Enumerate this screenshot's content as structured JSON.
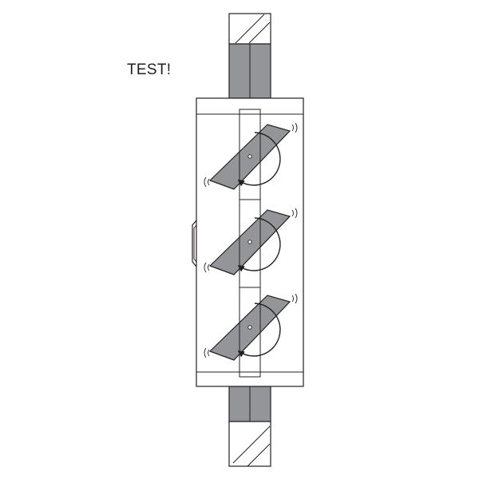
{
  "caption": "TEST!",
  "colors": {
    "stroke": "#231f20",
    "duct_fill": "#939598",
    "blade_fill": "#939598",
    "housing_fill": "#ffffff",
    "background": "#ffffff"
  },
  "diagram": {
    "blades": [
      {
        "id": "top",
        "rotation_direction": "clockwise"
      },
      {
        "id": "middle",
        "rotation_direction": "clockwise"
      },
      {
        "id": "bottom",
        "rotation_direction": "clockwise"
      }
    ],
    "icons": [
      "pivot-icon",
      "rotation-arrow-icon",
      "vibration-icon",
      "handle-icon"
    ]
  }
}
